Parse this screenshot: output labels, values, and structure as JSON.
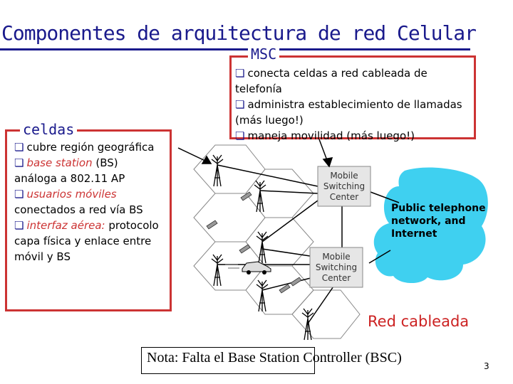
{
  "title": "Componentes de arquitectura de red Celular",
  "msc_box": {
    "label": "MSC",
    "bullets": [
      {
        "text": "conecta celdas a red cableada de telefonía"
      },
      {
        "text": "administra establecimiento de llamadas (más luego!)"
      },
      {
        "text": "maneja movilidad (más luego!)"
      }
    ]
  },
  "cells_box": {
    "label": "celdas",
    "b1": "cubre región geográfica",
    "b2_red": "base station",
    "b2_rest": " (BS) análoga a 802.11 AP",
    "b3_red": "usuarios móviles",
    "b3_rest": " conectados a red vía BS",
    "b4_red": "interfaz aérea:",
    "b4_rest": " protocolo capa física y enlace entre móvil y BS"
  },
  "msc1": {
    "line1": "Mobile",
    "line2": "Switching",
    "line3": "Center"
  },
  "msc2": {
    "line1": "Mobile",
    "line2": "Switching",
    "line3": "Center"
  },
  "cloud": {
    "line1": "Public telephone",
    "line2": "network, and",
    "line3": "Internet"
  },
  "wired_label": "Red cableada",
  "note": "Nota: Falta el Base Station Controller (BSC)",
  "page_number": "3",
  "colors": {
    "accent": "#1a1a8c",
    "box_border": "#cc3333",
    "cloud": "#3fd0f0",
    "msc": "#e6e6e6"
  }
}
